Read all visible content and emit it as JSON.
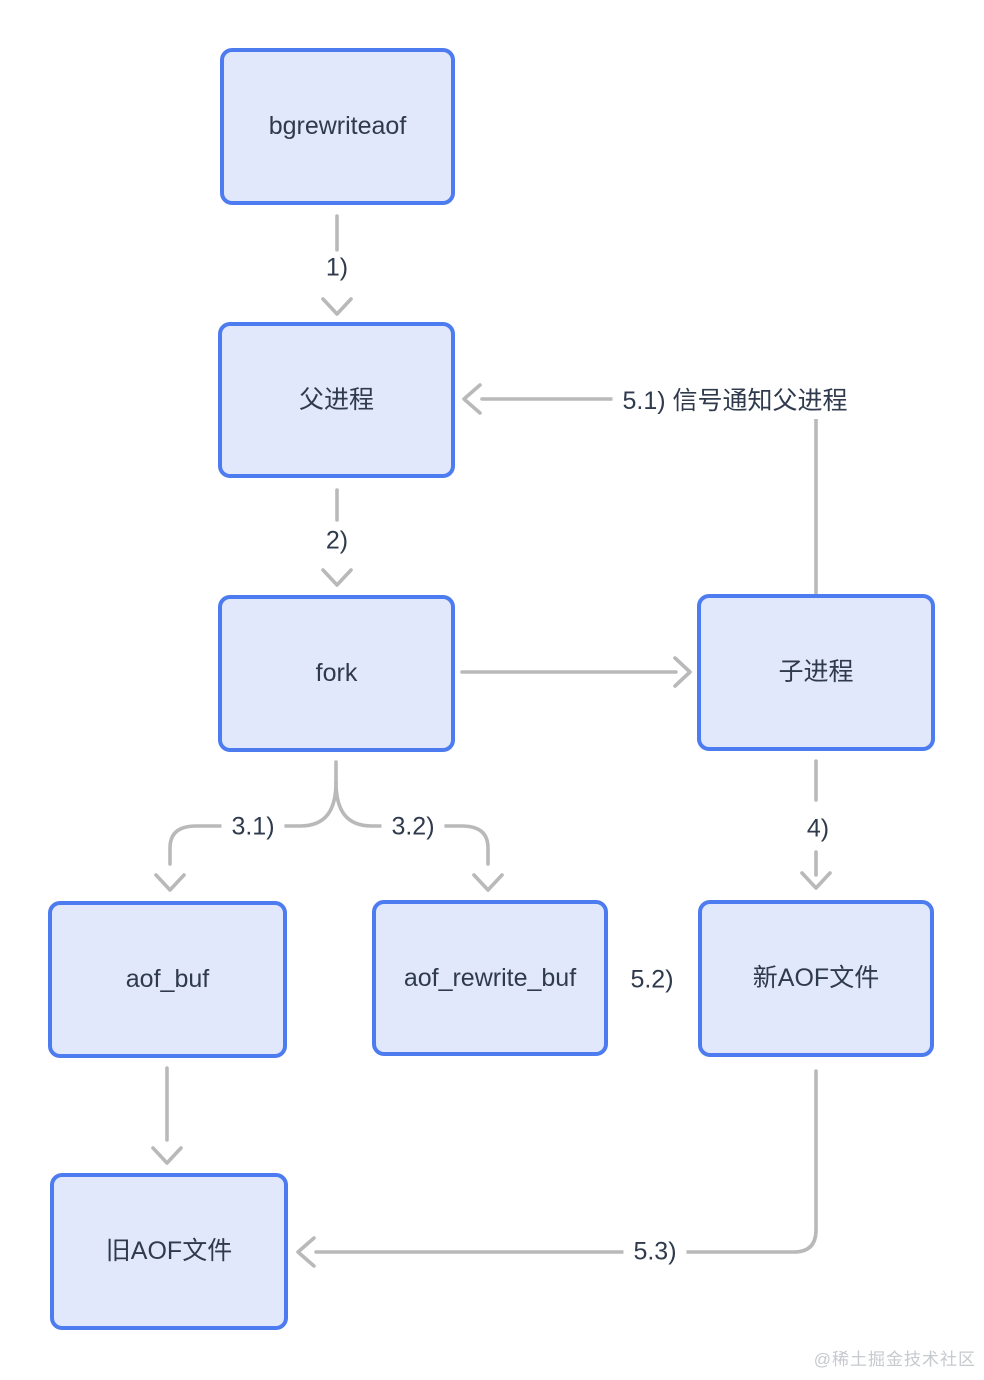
{
  "diagram": {
    "nodes": {
      "bgrewriteaof": "bgrewriteaof",
      "parent_process": "父进程",
      "fork": "fork",
      "child_process": "子进程",
      "aof_buf": "aof_buf",
      "aof_rewrite_buf": "aof_rewrite_buf",
      "new_aof_file": "新AOF文件",
      "old_aof_file": "旧AOF文件"
    },
    "edge_labels": {
      "step1": "1)",
      "step2": "2)",
      "step3_1": "3.1)",
      "step3_2": "3.2)",
      "step4": "4)",
      "step5_1": "5.1) 信号通知父进程",
      "step5_2": "5.2)",
      "step5_3": "5.3)"
    },
    "watermark": "@稀土掘金技术社区",
    "colors": {
      "node_fill": "#e1e8fc",
      "node_border": "#4d7cf0",
      "connector": "#b9b9b9",
      "text": "#2f3a4d",
      "watermark": "#c6c9ce"
    }
  }
}
